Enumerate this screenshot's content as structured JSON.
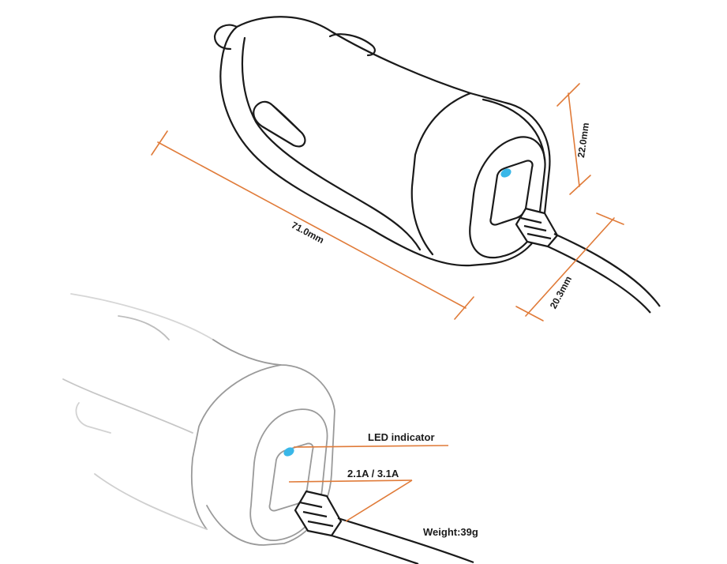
{
  "colors": {
    "dimension_line": "#e07b39",
    "outline_main": "#1a1a1a",
    "outline_faded": "#9a9a9a",
    "led": "#39b7e8"
  },
  "dimensions": {
    "length": "71.0mm",
    "height": "22.0mm",
    "width": "20.3mm"
  },
  "callouts": {
    "led": "LED indicator",
    "current": "2.1A / 3.1A",
    "weight": "Weight:39g"
  }
}
